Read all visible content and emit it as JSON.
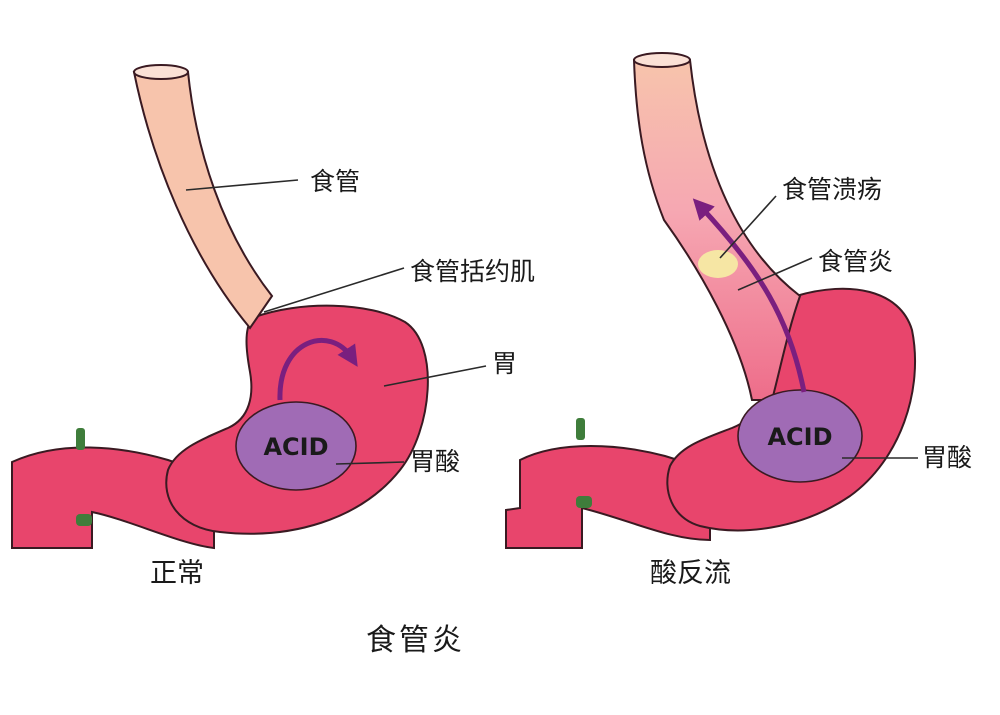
{
  "normal": {
    "caption": "正常",
    "labels": {
      "esophagus": "食管",
      "sphincter": "食管括约肌",
      "stomach": "胃",
      "gastric_acid": "胃酸"
    },
    "acid_text": "ACID"
  },
  "reflux": {
    "caption": "酸反流",
    "labels": {
      "ulcer": "食管溃疡",
      "esophagitis": "食管炎",
      "gastric_acid": "胃酸"
    },
    "acid_text": "ACID"
  },
  "title": "食管炎",
  "colors": {
    "stomach": "#e8456c",
    "stomach_outline": "#3a1a22",
    "esophagus": "#f7c4ac",
    "acid_pool": "#a06bb5",
    "arrow": "#7a1f7f",
    "ulcer": "#f6e6a4",
    "inflamed": "#f49aa8",
    "vessel": "#3f7d3b"
  }
}
